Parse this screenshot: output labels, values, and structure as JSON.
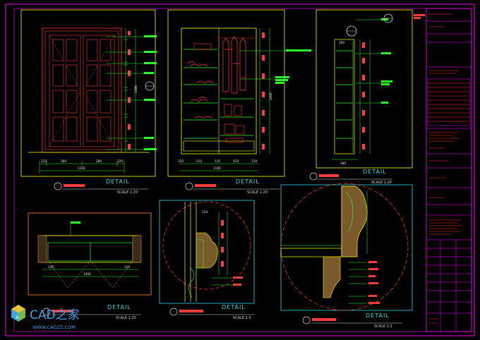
{
  "details": [
    {
      "title": "DETAIL",
      "scale": "SCALE 1:20"
    },
    {
      "title": "DETAIL",
      "scale": "SCALE 1:20"
    },
    {
      "title": "DETAIL",
      "scale": "SCALE 1:20"
    },
    {
      "title": "DETAIL",
      "scale": "SCALE 1:20"
    },
    {
      "title": "DETAIL",
      "scale": "SCALE 1:5"
    },
    {
      "title": "DETAIL",
      "scale": "SCALE 1:2"
    }
  ],
  "dims": {
    "door_width": "1100",
    "door_parts": [
      "120",
      "380",
      "380",
      "120"
    ],
    "door_height": "2390",
    "cab_width": "1100",
    "cab_parts": [
      "120",
      "510",
      "110",
      "510",
      "120"
    ],
    "cab_height": "2400",
    "side_width": "380",
    "side_top": "300",
    "tv_width": "1400",
    "tv_parts": [
      "120",
      "120"
    ],
    "profile_height": "110"
  },
  "watermark": {
    "brand": "CAD之家",
    "url": "WWW.CADZZ.COM"
  },
  "colors": {
    "frame": "#ff00ff",
    "outline": "#ffff00",
    "cabinet": "#ff3b3b",
    "shelf": "#2cff2c",
    "detail": "#34d8e0"
  }
}
